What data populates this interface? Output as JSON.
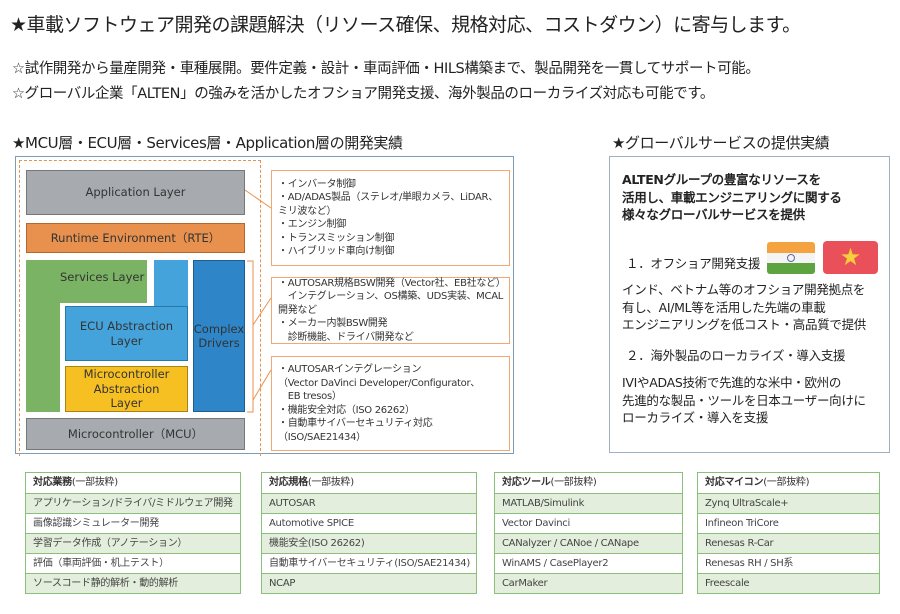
{
  "header": {
    "title": "★車載ソフトウェア開発の課題解決（リソース確保、規格対応、コストダウン）に寄与します。",
    "line1": "☆試作開発から量産開発・車種展開。要件定義・設計・車両評価・HILS構築まで、製品開発を一貫してサポート可能。",
    "line2": "☆グローバル企業「ALTEN」の強みを活かしたオフショア開発支援、海外製品のローカライズ対応も可能です。"
  },
  "left": {
    "heading": "★MCU層・ECU層・Services層・Application層の開発実績",
    "layers": {
      "application": "Application Layer",
      "rte": "Runtime Environment（RTE）",
      "services": "Services Layer",
      "ecu": "ECU Abstraction Layer",
      "mcal": "Microcontroller Abstraction Layer",
      "complex": "Complex Drivers",
      "mcu": "Microcontroller（MCU）"
    },
    "box1": [
      "・インバータ制御",
      "・AD/ADAS製品（ステレオ/単眼カメラ、LiDAR、ミリ波など）",
      "・エンジン制御",
      "・トランスミッション制御",
      "・ハイブリッド車向け制御"
    ],
    "box2": [
      "・AUTOSAR規格BSW開発（Vector社、EB社など）",
      "　インテグレーション、OS構築、UDS実装、MCAL開発など",
      "・メーカー内製BSW開発",
      "　診断機能、ドライバ開発など"
    ],
    "box3": [
      "・AUTOSARインテグレーション",
      "（Vector DaVinci Developer/Configurator、",
      "　EB tresos）",
      "・機能安全対応（ISO 26262）",
      "・自動車サイバーセキュリティ対応（ISO/SAE21434）"
    ]
  },
  "right": {
    "heading": "★グローバルサービスの提供実績",
    "intro": [
      "ALTENグループの豊富なリソースを",
      "活用し、車載エンジニアリングに関する",
      "様々なグローバルサービスを提供"
    ],
    "item1": "１．オフショア開発支援",
    "item1_text": [
      "インド、ベトナム等のオフショア開発拠点を",
      "有し、AI/ML等を活用した先端の車載",
      "エンジニアリングを低コスト・高品質で提供"
    ],
    "item2": "２．海外製品のローカライズ・導入支援",
    "item2_text": [
      "IVIやADAS技術で先進的な米中・欧州の",
      "先進的な製品・ツールを日本ユーザー向けに",
      "ローカライズ・導入を支援"
    ]
  },
  "tables": [
    {
      "title": "対応業務",
      "note": "(一部抜粋)",
      "rows": [
        "アプリケーション/ドライバ/ミドルウェア開発",
        "画像認識シミュレーター開発",
        "学習データ作成（アノテーション）",
        "評価（車両評価・机上テスト）",
        "ソースコード静的解析・動的解析"
      ]
    },
    {
      "title": "対応規格",
      "note": "(一部抜粋)",
      "rows": [
        "AUTOSAR",
        "Automotive SPICE",
        "機能安全(ISO 26262)",
        "自動車サイバーセキュリティ(ISO/SAE21434)",
        "NCAP"
      ]
    },
    {
      "title": "対応ツール",
      "note": "(一部抜粋)",
      "rows": [
        "MATLAB/Simulink",
        "Vector Davinci",
        "CANalyzer / CANoe / CANape",
        "WinAMS / CasePlayer2",
        "CarMaker"
      ]
    },
    {
      "title": "対応マイコン",
      "note": "(一部抜粋)",
      "rows": [
        "Zynq UltraScale+",
        "Infineon TriCore",
        "Renesas R-Car",
        "Renesas RH / SH系",
        "Freescale"
      ]
    }
  ]
}
